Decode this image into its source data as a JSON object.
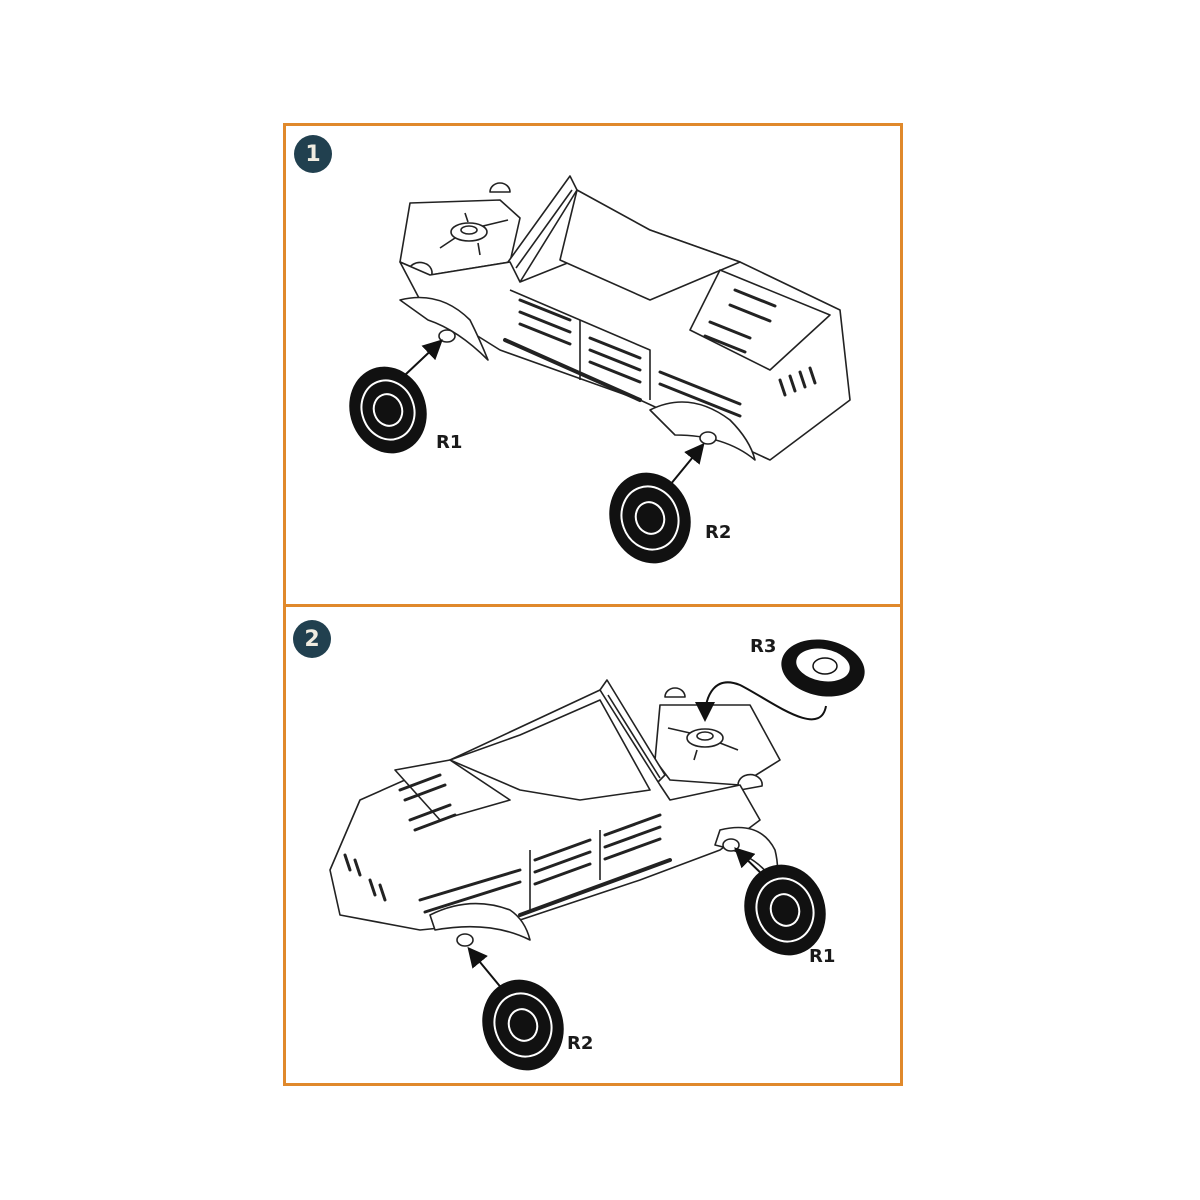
{
  "document": {
    "type": "model-kit-instructions",
    "accent_color": "#e0892b",
    "badge_color": "#21404f"
  },
  "steps": [
    {
      "number": "1",
      "parts": [
        {
          "id": "R1",
          "label": "R1"
        },
        {
          "id": "R2",
          "label": "R2"
        }
      ]
    },
    {
      "number": "2",
      "parts": [
        {
          "id": "R3",
          "label": "R3"
        },
        {
          "id": "R1",
          "label": "R1"
        },
        {
          "id": "R2",
          "label": "R2"
        }
      ]
    }
  ]
}
